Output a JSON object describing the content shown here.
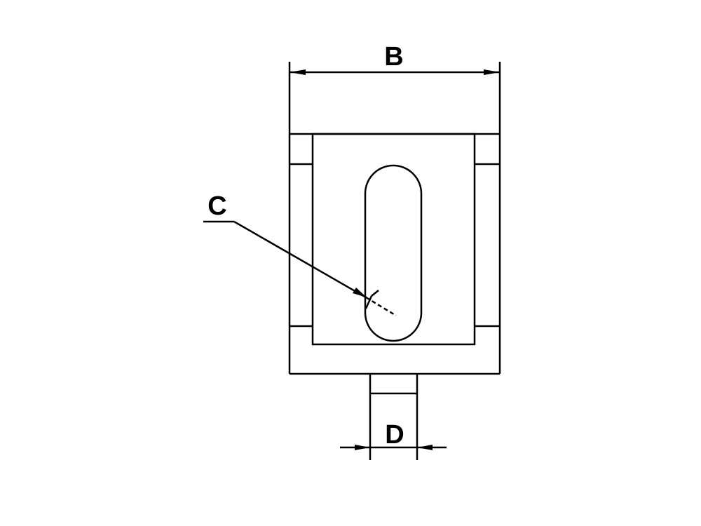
{
  "labels": {
    "width_dimension": "B",
    "slot_radius_callout": "C",
    "stem_width_dimension": "D"
  },
  "colors": {
    "line": "#000000",
    "background": "#ffffff"
  }
}
